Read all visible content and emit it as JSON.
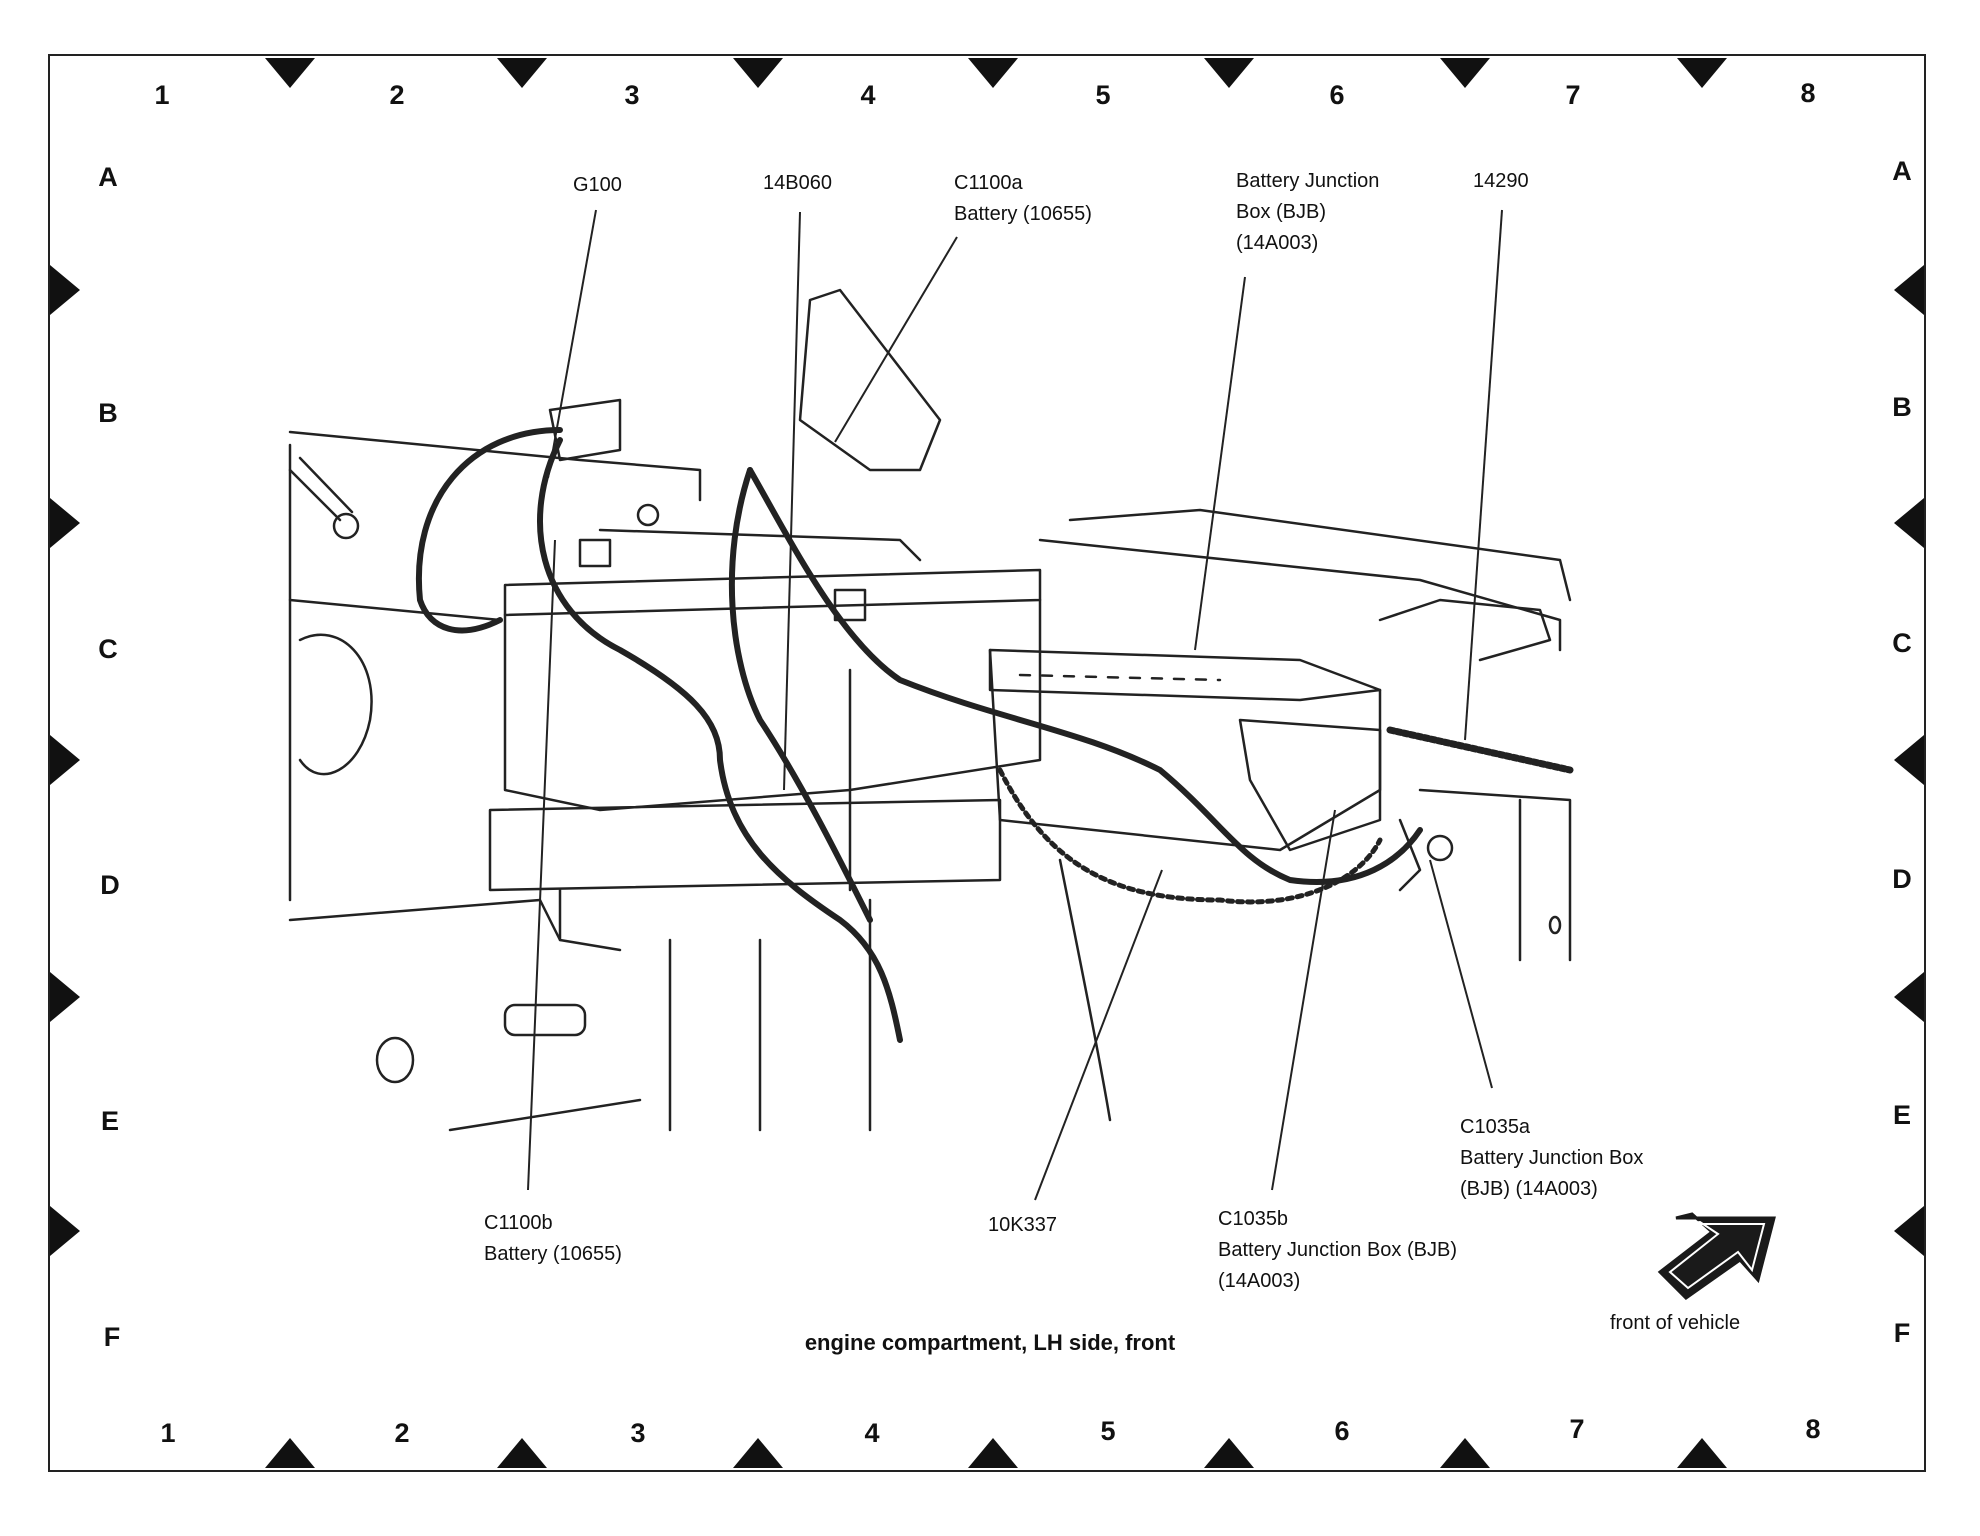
{
  "grid": {
    "columns": [
      "1",
      "2",
      "3",
      "4",
      "5",
      "6",
      "7",
      "8"
    ],
    "rows": [
      "A",
      "B",
      "C",
      "D",
      "E",
      "F"
    ]
  },
  "callouts": {
    "g100": "G100",
    "part_14b060": "14B060",
    "c1100a_line1": "C1100a",
    "c1100a_line2": "Battery (10655)",
    "bjb_line1": "Battery Junction",
    "bjb_line2": "Box (BJB)",
    "bjb_line3": "(14A003)",
    "part_14290": "14290",
    "c1100b_line1": "C1100b",
    "c1100b_line2": "Battery (10655)",
    "part_10k337": "10K337",
    "c1035b_line1": "C1035b",
    "c1035b_line2": "Battery Junction Box (BJB)",
    "c1035b_line3": "(14A003)",
    "c1035a_line1": "C1035a",
    "c1035a_line2": "Battery Junction Box",
    "c1035a_line3": "(BJB) (14A003)"
  },
  "caption": "engine compartment, LH side, front",
  "front_indicator": {
    "label": "front of vehicle",
    "icon": "arrow-up-right-icon"
  }
}
